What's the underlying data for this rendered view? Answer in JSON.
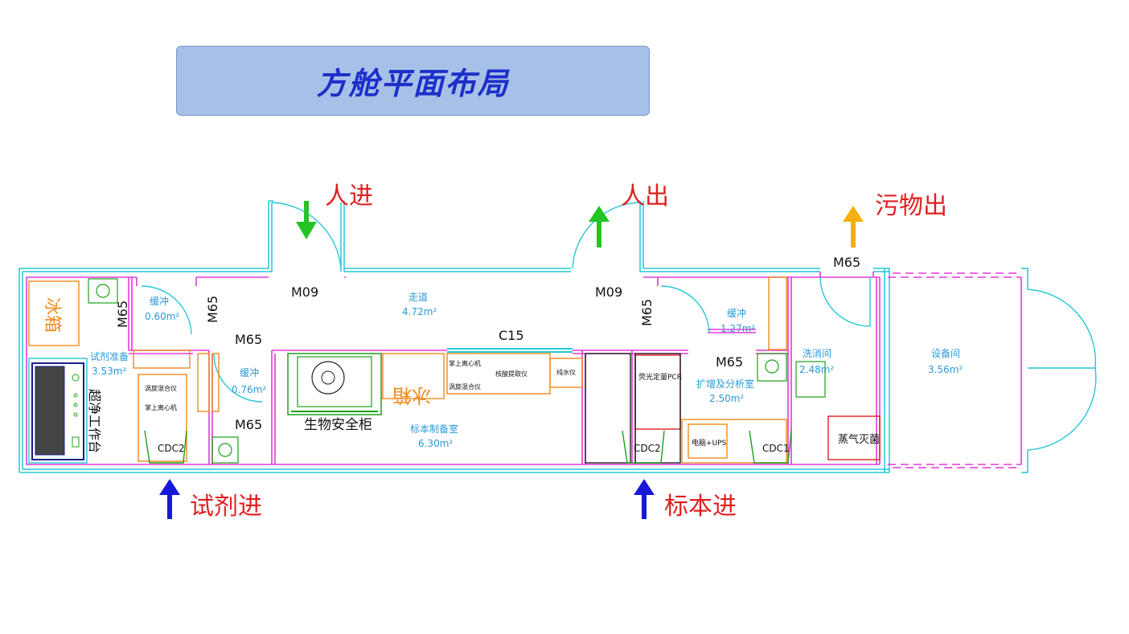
{
  "title": "方舱平面布局",
  "flow_labels": {
    "person_in": "人进",
    "person_out": "人出",
    "waste_out": "污物出",
    "reagent_in": "试剂进",
    "specimen_in": "标本进"
  },
  "door_codes": {
    "m09_left": "M09",
    "m09_right": "M09",
    "m65_waste": "M65",
    "m65_a": "M65",
    "m65_b": "M65",
    "m65_c": "M65",
    "m65_d": "M65",
    "m65_e": "M65",
    "m65_f": "M65",
    "c15": "C15"
  },
  "rooms": {
    "fridge": "冰箱",
    "buffer1_name": "缓冲",
    "buffer1_area": "0.60m²",
    "reagent_prep_name": "试剂准备",
    "reagent_prep_area": "3.53m²",
    "clean_bench": "超净工作台",
    "buffer2_name": "缓冲",
    "buffer2_area": "0.76m²",
    "corridor_name": "走道",
    "corridor_area": "4.72m²",
    "bsc": "生物安全柜",
    "fridge2": "冰箱",
    "specimen_prep_name": "标本制备室",
    "specimen_prep_area": "6.30m²",
    "buffer3_name": "缓冲",
    "buffer3_area": "1.27m²",
    "amp_name": "扩增及分析室",
    "amp_area": "2.50m²",
    "wash_name": "洗消间",
    "wash_area": "2.48m²",
    "equip_name": "设备间",
    "equip_area": "3.56m²",
    "autoclave": "蒸气灭菌"
  },
  "equipment": {
    "vortex1": "涡旋混合仪",
    "centrifuge1": "掌上离心机",
    "centrifuge2": "掌上离心机",
    "vortex2": "涡旋混合仪",
    "extractor": "核酸提取仪",
    "water": "纯水仪",
    "pcr": "荧光定量PCR",
    "pc_ups": "电脑+UPS",
    "cdc2_a": "CDC2",
    "cdc2_b": "CDC2",
    "cdc1": "CDC1"
  },
  "colors": {
    "wall_outer": "#25c7d6",
    "wall_inner": "#e03ad8",
    "room_text": "#2a9ad8",
    "furniture": "#f08a1c",
    "door_red": "#e02020",
    "arrow_in": "#24c424",
    "arrow_supply": "#1818d8",
    "arrow_waste": "#f4b010",
    "label_red": "#e02020",
    "title_bg": "#a7c0e8",
    "title_text": "#1c2fc9"
  }
}
